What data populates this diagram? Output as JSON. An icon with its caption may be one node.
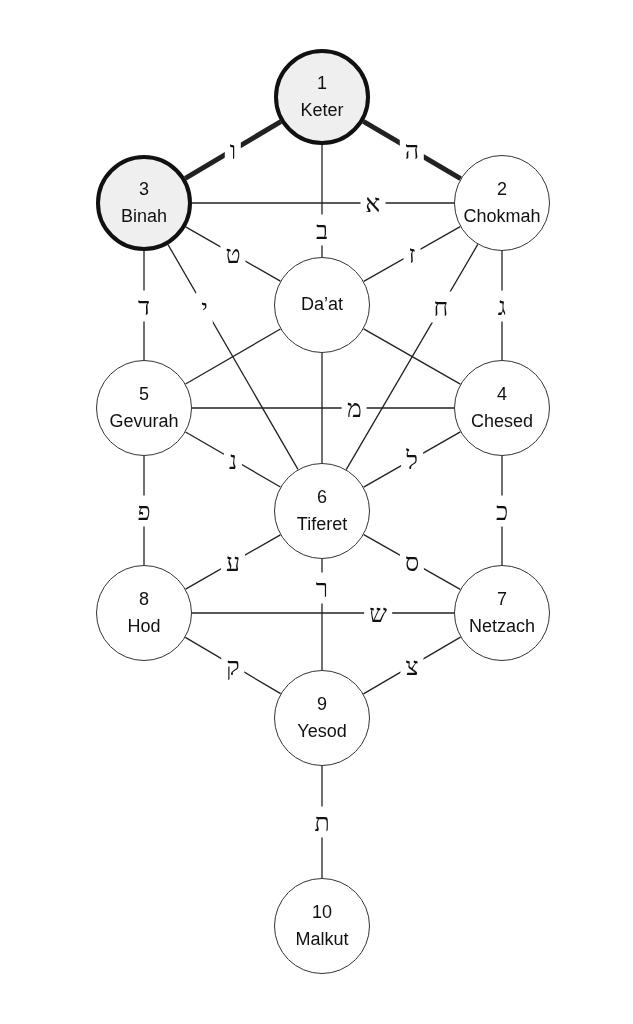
{
  "diagram": {
    "nodes": [
      {
        "text": [
          "1",
          "Keter"
        ]
      },
      {
        "text": [
          "3",
          "Binah"
        ]
      },
      {
        "text": [
          "2",
          "Chokmah"
        ]
      },
      {
        "text": [
          "Da’at"
        ]
      },
      {
        "text": [
          "5",
          "Gevurah"
        ]
      },
      {
        "text": [
          "4",
          "Chesed"
        ]
      },
      {
        "text": [
          "6",
          "Tiferet"
        ]
      },
      {
        "text": [
          "8",
          "Hod"
        ]
      },
      {
        "text": [
          "7",
          "Netzach"
        ]
      },
      {
        "text": [
          "9",
          "Yesod"
        ]
      },
      {
        "text": [
          "10",
          "Malkut"
        ]
      }
    ],
    "edges": [
      {
        "from": 0,
        "to": 1,
        "arrow": "none",
        "label": "ו",
        "style": "thick"
      },
      {
        "from": 0,
        "to": 2,
        "arrow": "none",
        "label": "ה",
        "style": "thick"
      },
      {
        "from": 1,
        "to": 2,
        "arrow": "none",
        "label": "א"
      },
      {
        "from": 0,
        "to": 3,
        "arrow": "none",
        "label": "ב"
      },
      {
        "from": 1,
        "to": 3,
        "arrow": "none",
        "label": "ט"
      },
      {
        "from": 2,
        "to": 3,
        "arrow": "none",
        "label": "ז"
      },
      {
        "from": 1,
        "to": 4,
        "arrow": "none",
        "label": "ד"
      },
      {
        "from": 1,
        "to": 6,
        "arrow": "none",
        "label": "י"
      },
      {
        "from": 2,
        "to": 6,
        "arrow": "none",
        "label": "ח"
      },
      {
        "from": 2,
        "to": 5,
        "arrow": "none",
        "label": "ג"
      },
      {
        "from": 3,
        "to": 4,
        "arrow": "none"
      },
      {
        "from": 3,
        "to": 5,
        "arrow": "none"
      },
      {
        "from": 3,
        "to": 6,
        "arrow": "none"
      },
      {
        "from": 4,
        "to": 5,
        "arrow": "none",
        "label": "מ"
      },
      {
        "from": 4,
        "to": 6,
        "arrow": "none",
        "label": "נ"
      },
      {
        "from": 5,
        "to": 6,
        "arrow": "none",
        "label": "ל"
      },
      {
        "from": 4,
        "to": 7,
        "arrow": "none",
        "label": "פ"
      },
      {
        "from": 5,
        "to": 8,
        "arrow": "none",
        "label": "כ"
      },
      {
        "from": 6,
        "to": 7,
        "arrow": "none",
        "label": "ע"
      },
      {
        "from": 6,
        "to": 8,
        "arrow": "none",
        "label": "ס"
      },
      {
        "from": 6,
        "to": 9,
        "arrow": "none",
        "label": "ר"
      },
      {
        "from": 7,
        "to": 8,
        "arrow": "none",
        "label": "ש"
      },
      {
        "from": 7,
        "to": 9,
        "arrow": "none",
        "label": "ק"
      },
      {
        "from": 8,
        "to": 9,
        "arrow": "none",
        "label": "צ"
      },
      {
        "from": 9,
        "to": 10,
        "arrow": "none",
        "label": "ת"
      }
    ]
  }
}
